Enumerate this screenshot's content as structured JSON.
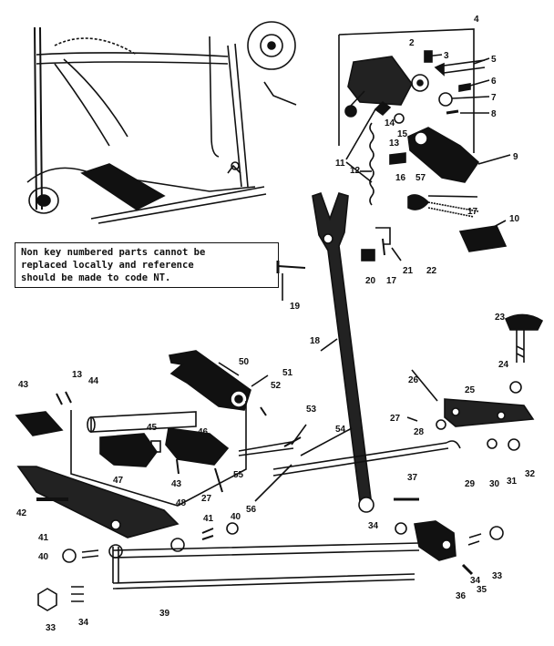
{
  "note": {
    "lines": [
      "Non key numbered parts cannot be",
      "replaced locally and reference",
      "should be made to code NT."
    ]
  },
  "callouts": {
    "c2": "2",
    "c3": "3",
    "c4": "4",
    "c5": "5",
    "c6": "6",
    "c7": "7",
    "c8": "8",
    "c9": "9",
    "c10": "10",
    "c11": "11",
    "c12": "12",
    "c13a": "13",
    "c13b": "13",
    "c14": "14",
    "c15": "15",
    "c16": "16",
    "c17a": "17",
    "c17b": "17",
    "c18": "18",
    "c19": "19",
    "c20": "20",
    "c21": "21",
    "c22": "22",
    "c23": "23",
    "c24": "24",
    "c25": "25",
    "c26": "26",
    "c27a": "27",
    "c27b": "27",
    "c28": "28",
    "c29": "29",
    "c30": "30",
    "c31": "31",
    "c32": "32",
    "c33a": "33",
    "c33b": "33",
    "c34a": "34",
    "c34b": "34",
    "c34c": "34",
    "c35": "35",
    "c36": "36",
    "c37": "37",
    "c39": "39",
    "c40a": "40",
    "c40b": "40",
    "c41a": "41",
    "c41b": "41",
    "c42": "42",
    "c43a": "43",
    "c43b": "43",
    "c44": "44",
    "c45": "45",
    "c46": "46",
    "c47": "47",
    "c48": "48",
    "c50": "50",
    "c51": "51",
    "c52": "52",
    "c53": "53",
    "c54": "54",
    "c55": "55",
    "c56": "56",
    "c57": "57"
  }
}
